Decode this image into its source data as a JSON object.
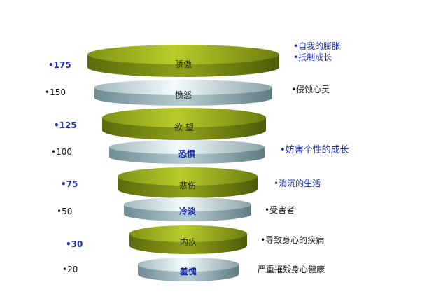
{
  "levels": [
    {
      "label": "骄傲",
      "value": "•175",
      "style": "green"
    },
    {
      "label": "愤怒",
      "value": "•150",
      "style": "silver"
    },
    {
      "label": "欲 望",
      "value": "•125",
      "style": "green"
    },
    {
      "label": "恐惧",
      "value": "•100",
      "style": "silver"
    },
    {
      "label": "悲伤",
      "value": "•75",
      "style": "green"
    },
    {
      "label": "冷淡",
      "value": "•50",
      "style": "silver"
    },
    {
      "label": "内疚",
      "value": "•30",
      "style": "green"
    },
    {
      "label": "羞愧",
      "value": "•20",
      "style": "silver"
    }
  ],
  "notes": [
    {
      "text": "•自我的膨胀"
    },
    {
      "text": "•抵制成长"
    },
    {
      "text": "•侵蚀心灵"
    },
    {
      "text": "•妨害个性的成长"
    },
    {
      "text": "•消沉的生活"
    },
    {
      "text": "•受害者"
    },
    {
      "text": "•导致身心的疾病"
    },
    {
      "text": "严重摧残身心健康"
    }
  ],
  "colors": {
    "green_top": "#a5b81e",
    "green_side": "#6e7d12",
    "silver_top": "#dfeef0",
    "silver_side": "#8aa5aa",
    "accent_blue": "#1c2fa8"
  }
}
